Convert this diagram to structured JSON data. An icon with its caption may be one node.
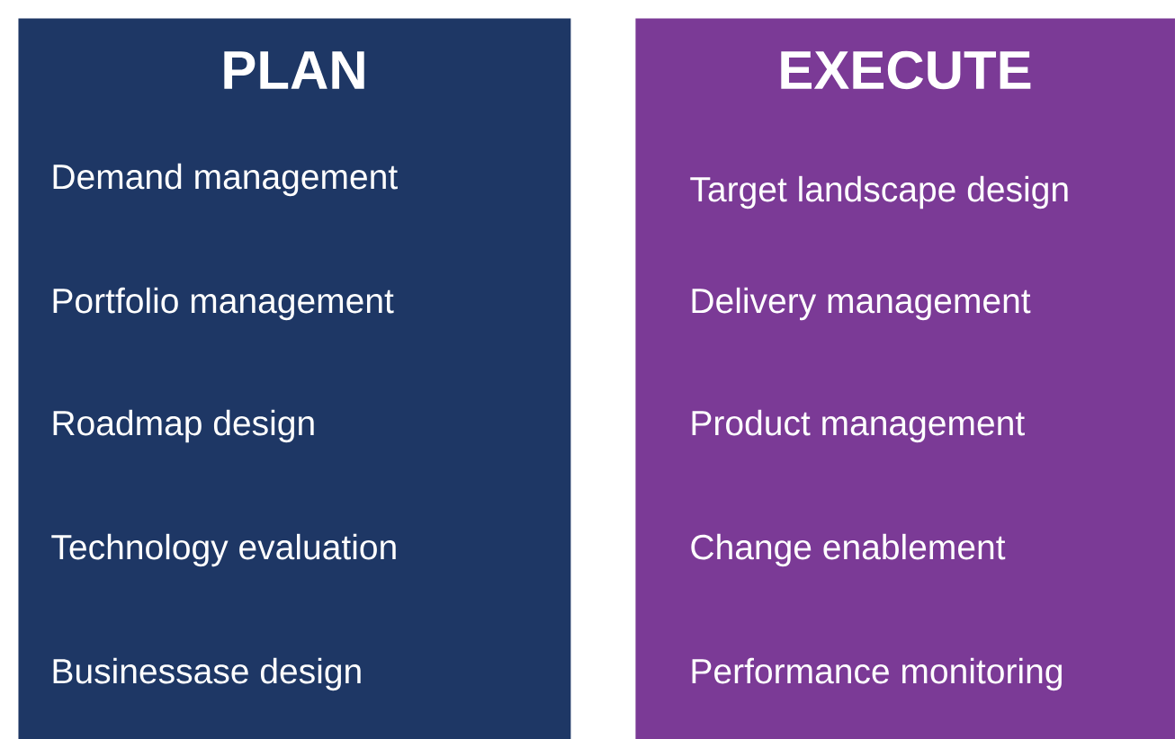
{
  "diagram": {
    "nodes": [
      {
        "text": [
          "PLAN",
          "Demand management",
          "Portfolio management",
          "Roadmap design",
          "Technology evaluation",
          "Businessase design"
        ]
      },
      {
        "text": [
          "EXECUTE",
          "Target landscape design",
          "Delivery management",
          "Product management",
          "Change enablement",
          "Performance monitoring"
        ]
      }
    ]
  }
}
